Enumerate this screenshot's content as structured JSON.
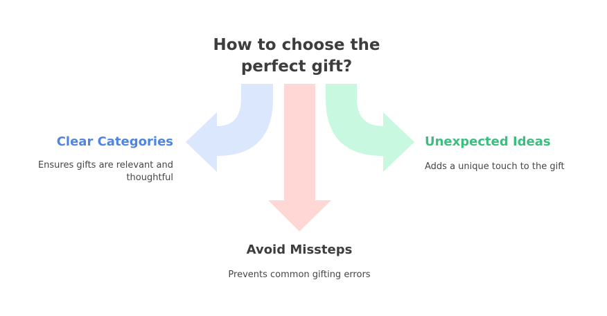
{
  "title": "How to choose the perfect gift?",
  "branches": {
    "left": {
      "heading": "Clear Categories",
      "description": "Ensures gifts are relevant and thoughtful",
      "color": "#4f85e0",
      "arrow_color": "#dbe7fd"
    },
    "middle": {
      "heading": "Avoid Missteps",
      "description": "Prevents common gifting errors",
      "color": "#3d3d3d",
      "arrow_color": "#ffd8d6"
    },
    "right": {
      "heading": "Unexpected Ideas",
      "description": "Adds a unique touch to the gift",
      "color": "#3bbf7e",
      "arrow_color": "#c8f9e0"
    }
  }
}
